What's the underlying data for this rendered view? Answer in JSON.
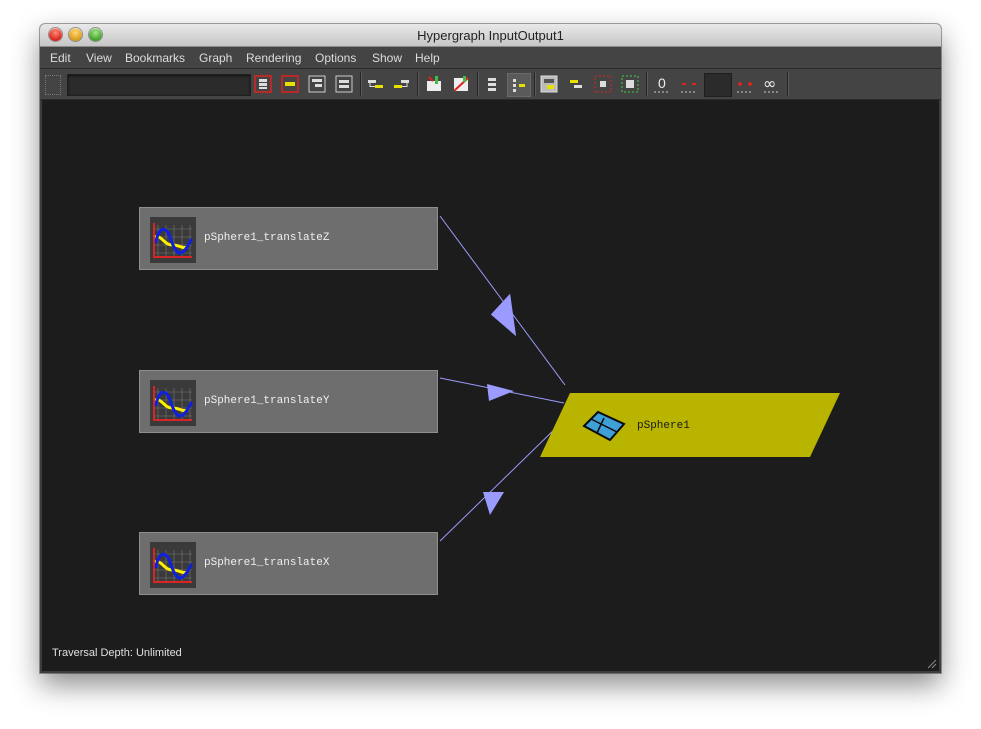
{
  "window": {
    "title": "Hypergraph InputOutput1"
  },
  "menubar": {
    "items": [
      "Edit",
      "View",
      "Bookmarks",
      "Graph",
      "Rendering",
      "Options",
      "Show",
      "Help"
    ]
  },
  "toolbar": {
    "search_value": "",
    "buttons": [
      "frame-all",
      "frame-selection",
      "frame-hierarchy",
      "frame-branch",
      "previous-view",
      "next-view",
      "graph-up-downstream",
      "input-output-connections",
      "scene-hierarchy",
      "dependency-graph",
      "expand-collapse",
      "toggle-swatches",
      "add-selected",
      "remove-selected",
      "clear-view",
      "traversal-depth-zero",
      "reduce-depth",
      "depth-field",
      "increase-depth",
      "unlimited-depth"
    ]
  },
  "graph": {
    "nodes": [
      {
        "label": "pSphere1_translateZ",
        "icon": "anim-curve-icon"
      },
      {
        "label": "pSphere1_translateY",
        "icon": "anim-curve-icon"
      },
      {
        "label": "pSphere1_translateX",
        "icon": "anim-curve-icon"
      }
    ],
    "target": {
      "label": "pSphere1",
      "icon": "nurbs-surface-icon"
    }
  },
  "status": {
    "traversal": "Traversal Depth: Unlimited"
  },
  "colors": {
    "canvas": "#1c1c1c",
    "node": "#6e6e6e",
    "target": "#b8b400",
    "edge": "#9b9bff"
  }
}
